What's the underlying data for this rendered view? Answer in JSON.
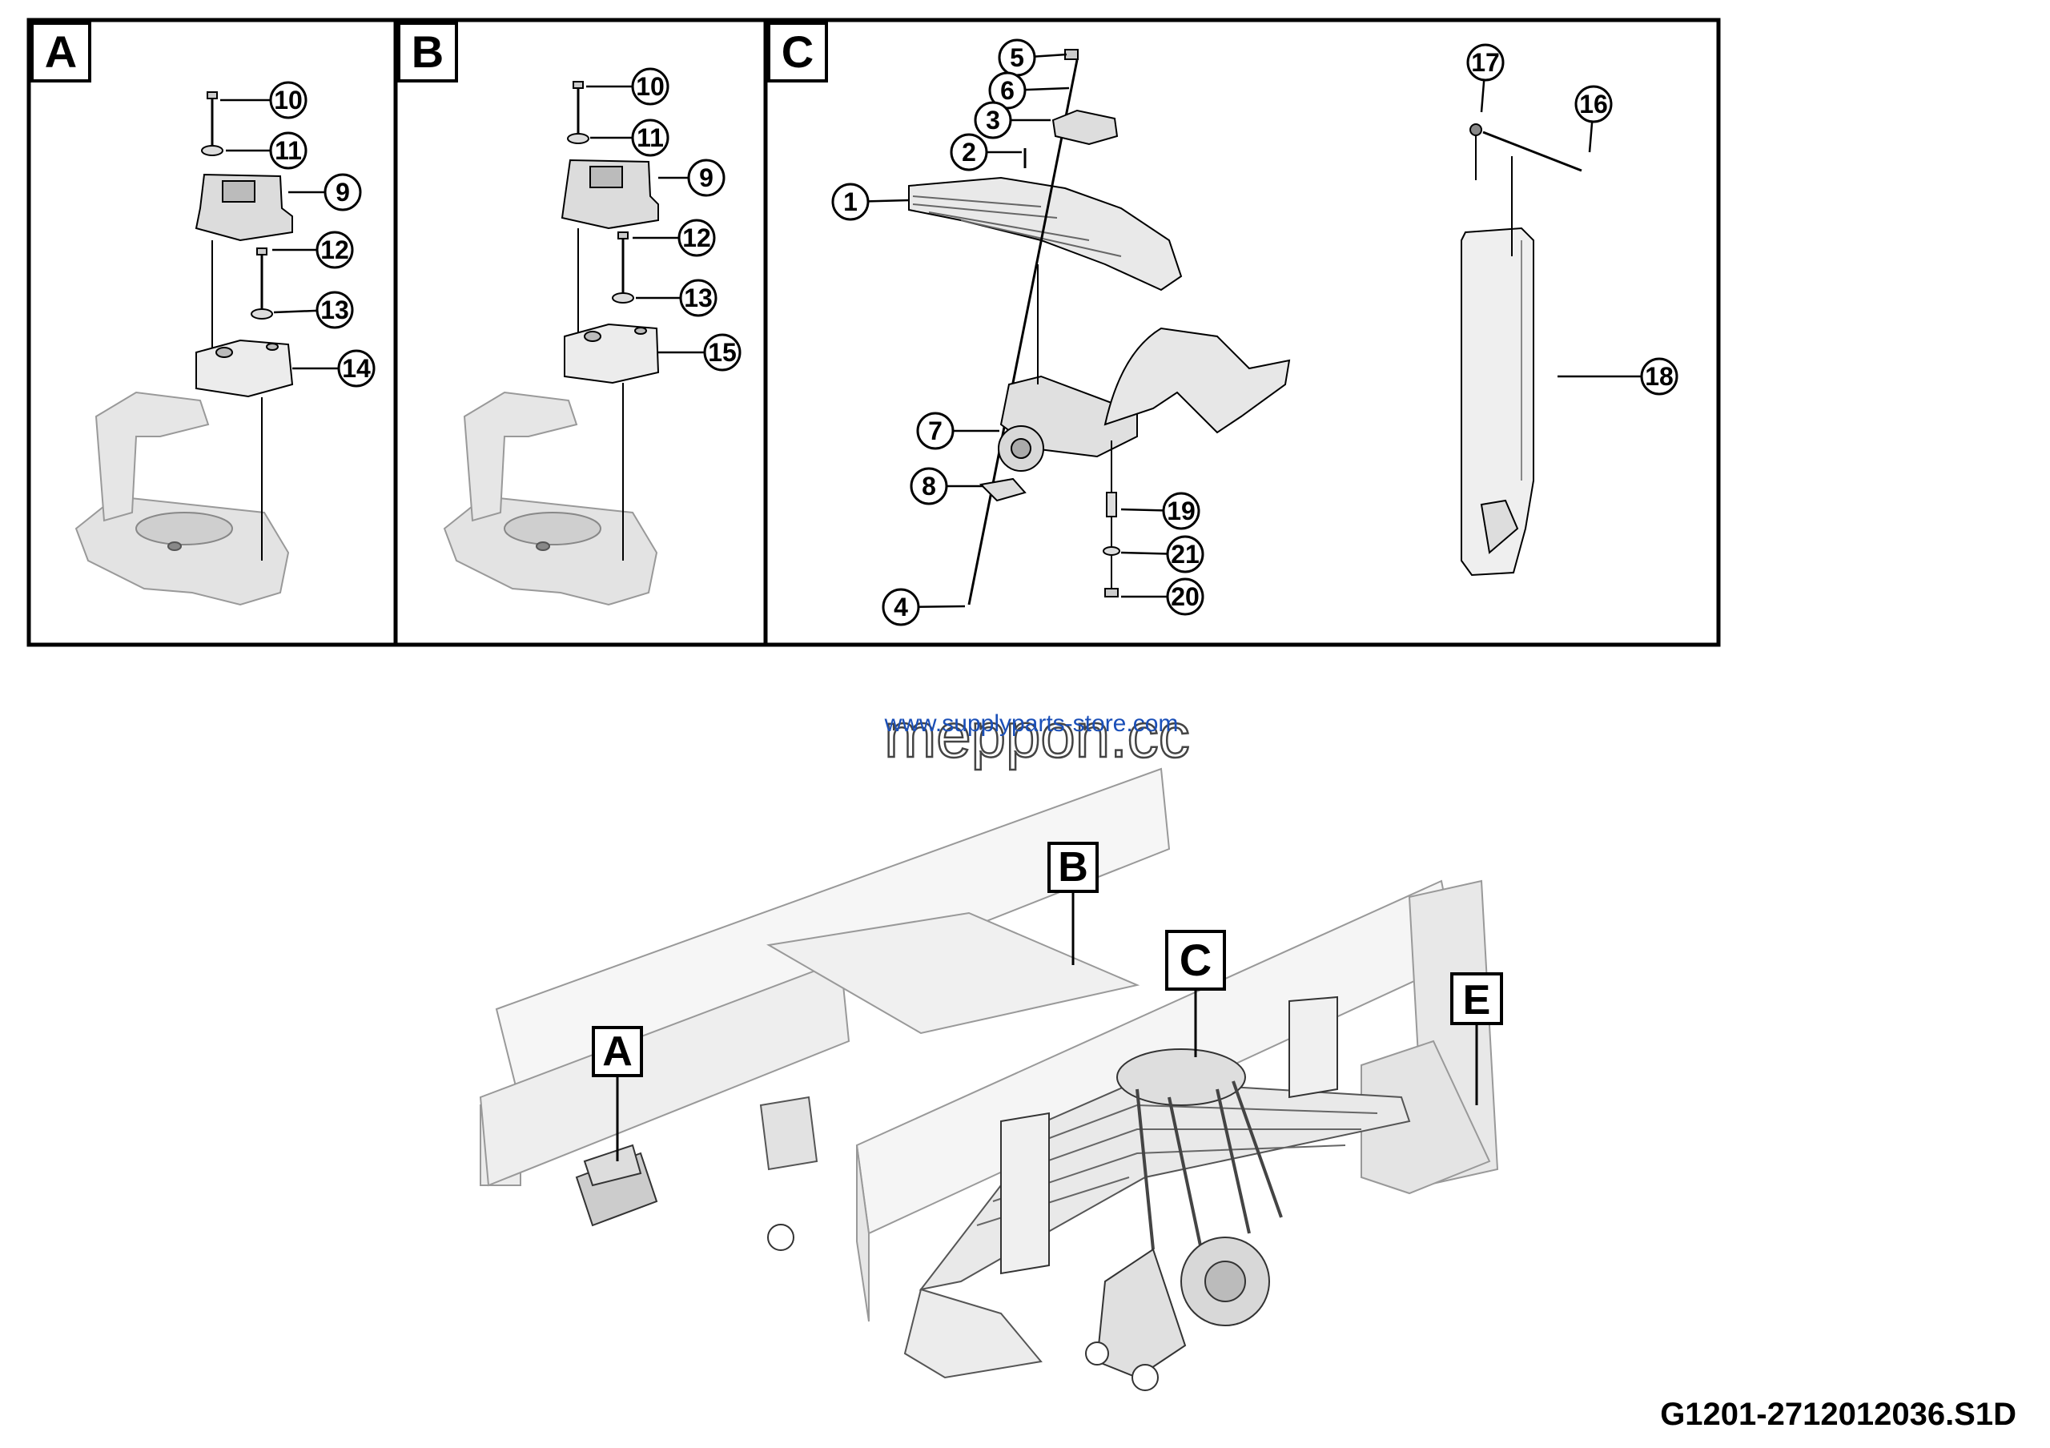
{
  "panels": [
    {
      "label": "A"
    },
    {
      "label": "B"
    },
    {
      "label": "C"
    }
  ],
  "callouts": {
    "A": [
      "10",
      "11",
      "9",
      "12",
      "13",
      "14"
    ],
    "B": [
      "10",
      "11",
      "9",
      "12",
      "13",
      "15"
    ],
    "C": [
      "5",
      "6",
      "3",
      "2",
      "1",
      "17",
      "16",
      "7",
      "8",
      "4",
      "19",
      "21",
      "20",
      "18"
    ]
  },
  "overview_labels": [
    "A",
    "B",
    "C",
    "E"
  ],
  "watermark": {
    "url": "www.supplyparts-store.com",
    "brand": "meppon.cc"
  },
  "document_id": "G1201-2712012036.S1D"
}
